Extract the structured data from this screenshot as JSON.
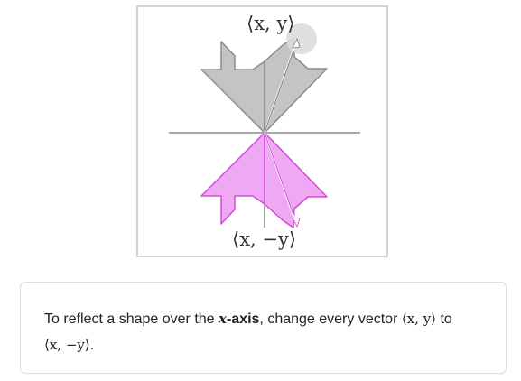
{
  "figure": {
    "label_original": "⟨x, y⟩",
    "label_reflected": "⟨x, −y⟩",
    "colors": {
      "original_fill": "#c4c4c4",
      "original_stroke": "#8c8c8c",
      "reflected_fill": "#efa8f3",
      "reflected_stroke": "#d04ed6",
      "axis": "#888888",
      "handle": "#dcdcdc"
    },
    "icons": [
      "drag-handle-icon"
    ]
  },
  "caption": {
    "part1": "To reflect a shape over the ",
    "axis_var": "x",
    "axis_word": "-axis",
    "part2": ", change every vector ",
    "vec1": "⟨x, y⟩",
    "part3": " to",
    "vec2": "⟨x, −y⟩",
    "end": "."
  }
}
